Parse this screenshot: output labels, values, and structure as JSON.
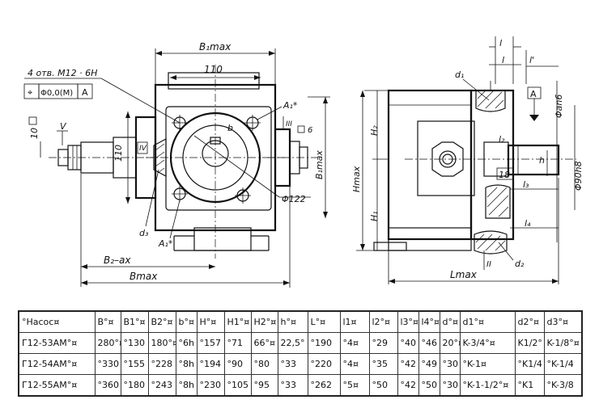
{
  "drawing": {
    "left_view": {
      "dim_top_max": "B₁max",
      "dim_top_110": "110",
      "dim_side_110": "110",
      "dim_right_max": "B₁max",
      "dim_box_10": "10",
      "dim_box_6": "6",
      "dim_phi122": "Φ122",
      "dim_b2_ax": "B₂–ax",
      "dim_bmax": "Bmax",
      "callout_holes": "4 отв. M12 · 6H",
      "tol_frame": [
        "⌖",
        "Φ0,0(M)",
        "A"
      ],
      "label_a1_top": "A₁*",
      "label_a1_bottom": "A₁*",
      "label_b": "b",
      "label_d3": "d₃",
      "label_V": "V",
      "label_IV": "IV",
      "label_III": "III"
    },
    "right_view": {
      "dim_l_top1": "l",
      "dim_l_top2": "l",
      "dim_l_prime": "l'",
      "label_d1": "d₁",
      "datum_A": "A",
      "dim_phi_a": "Φan6",
      "dim_phi_90": "Φ90h8",
      "dim_H2": "H₂",
      "dim_Hmax": "Hmax",
      "dim_H1": "H₁",
      "dim_l2": "l₂",
      "dim_18": "18",
      "dim_h": "h",
      "dim_l3": "l₃",
      "dim_l4": "l₄",
      "label_II": "II",
      "label_d2": "d₂",
      "dim_lmax": "Lmax"
    }
  },
  "table": {
    "headers": [
      "°Насос¤",
      "B°¤",
      "B1°¤",
      "B2°¤",
      "b°¤",
      "H°¤",
      "H1°¤",
      "H2°¤",
      "h°¤",
      "L°¤",
      "l1¤",
      "l2°¤",
      "l3°¤",
      "l4°¤",
      "d°¤",
      "d1°¤",
      "d2°¤",
      "d3°¤"
    ],
    "rows": [
      [
        "Г12-53AM°¤",
        "280°¤",
        "°130",
        "180°¤",
        "°6h",
        "°157",
        "°71",
        "66°¤",
        "22,5°",
        "°190",
        "°4¤",
        "°29",
        "°40",
        "°46",
        "20°¤",
        "K-3/4°¤",
        "K1/2°",
        "K-1/8°¤"
      ],
      [
        "Г12-54AM°¤",
        "°330",
        "°155",
        "°228",
        "°8h",
        "°194",
        "°90",
        "°80",
        "°33",
        "°220",
        "°4¤",
        "°35",
        "°42",
        "°49",
        "°30",
        "°K-1¤",
        "°K1/4",
        "°K-1/4"
      ],
      [
        "Г12-55AM°¤",
        "°360",
        "°180",
        "°243",
        "°8h",
        "°230",
        "°105",
        "°95",
        "°33",
        "°262",
        "°5¤",
        "°50",
        "°42",
        "°50",
        "°30",
        "°K-1-1/2°¤",
        "°K1",
        "°K-3/8"
      ]
    ]
  }
}
